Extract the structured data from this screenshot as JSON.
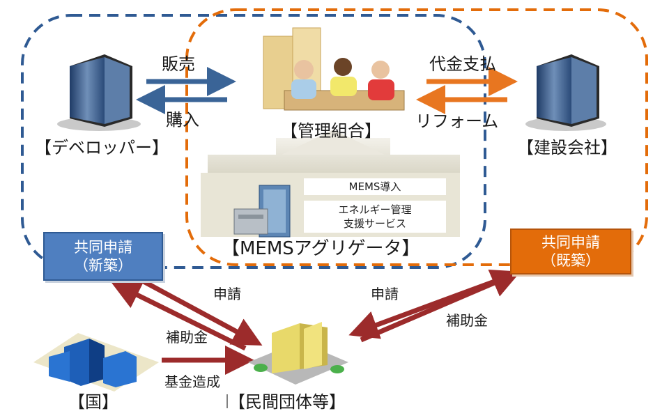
{
  "nodes": {
    "developer": "【デベロッパー】",
    "management": "【管理組合】",
    "construction": "【建設会社】",
    "aggregator": "【MEMSアグリゲータ】",
    "country": "【国】",
    "private_org": "【民間団体等】"
  },
  "joint_new": {
    "line1": "共同申請",
    "line2": "（新築）"
  },
  "joint_existing": {
    "line1": "共同申請",
    "line2": "（既築）"
  },
  "services": {
    "intro": "MEMS導入",
    "support_line1": "エネルギー管理",
    "support_line2": "支援サービス"
  },
  "flows": {
    "sale": "販売",
    "purchase": "購入",
    "payment": "代金支払",
    "reform": "リフォーム",
    "apply_left": "申請",
    "apply_right": "申請",
    "subsidy_right": "補助金",
    "subsidy_gov": "補助金",
    "fund": "基金造成"
  },
  "colors": {
    "blue": "#2f5a93",
    "orange": "#e36c0a",
    "red": "#9c2b2b"
  }
}
